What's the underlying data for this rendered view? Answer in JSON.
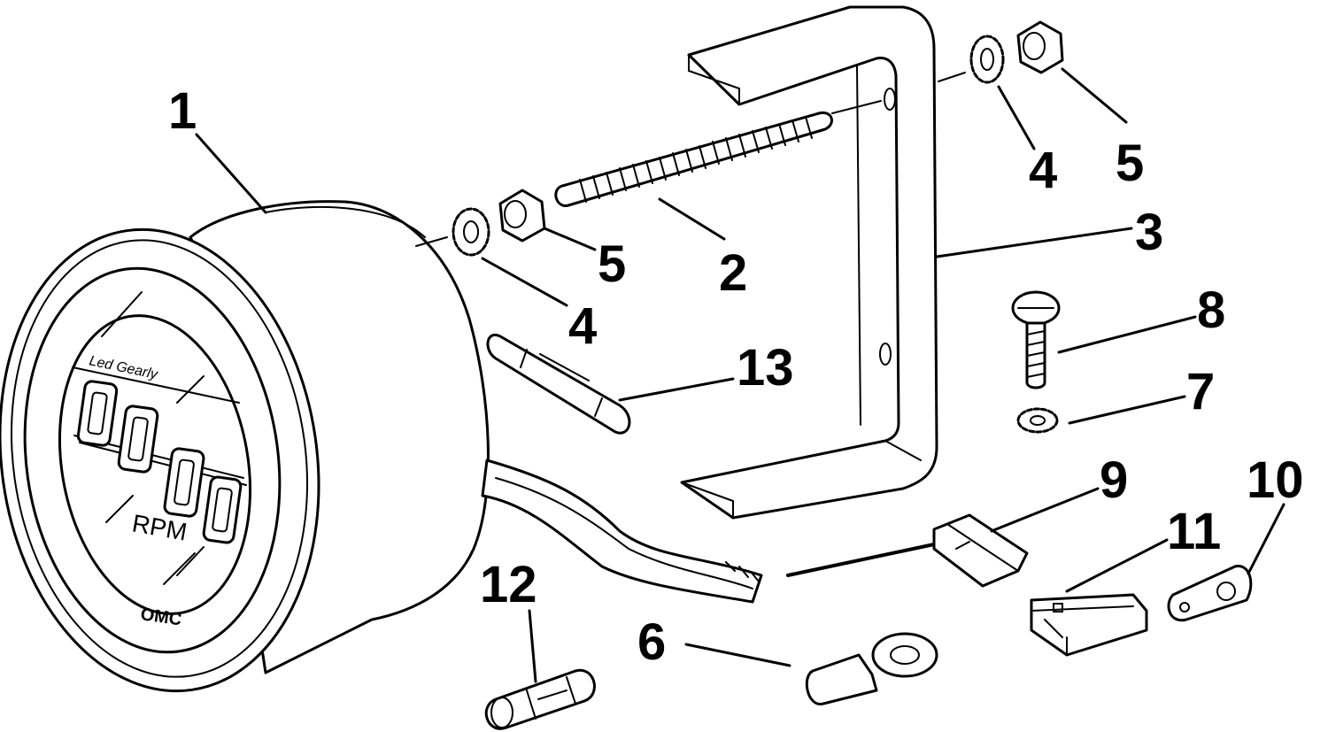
{
  "diagram": {
    "gauge_face": {
      "brand_top": "Led Gearly",
      "unit": "RPM",
      "brand_bottom": "OMC"
    },
    "callouts": [
      {
        "id": "c1",
        "label": "1"
      },
      {
        "id": "c2",
        "label": "2"
      },
      {
        "id": "c3",
        "label": "3"
      },
      {
        "id": "c4a",
        "label": "4"
      },
      {
        "id": "c4b",
        "label": "4"
      },
      {
        "id": "c5a",
        "label": "5"
      },
      {
        "id": "c5b",
        "label": "5"
      },
      {
        "id": "c6",
        "label": "6"
      },
      {
        "id": "c7",
        "label": "7"
      },
      {
        "id": "c8",
        "label": "8"
      },
      {
        "id": "c9",
        "label": "9"
      },
      {
        "id": "c10",
        "label": "10"
      },
      {
        "id": "c11",
        "label": "11"
      },
      {
        "id": "c12",
        "label": "12"
      },
      {
        "id": "c13",
        "label": "13"
      }
    ]
  }
}
